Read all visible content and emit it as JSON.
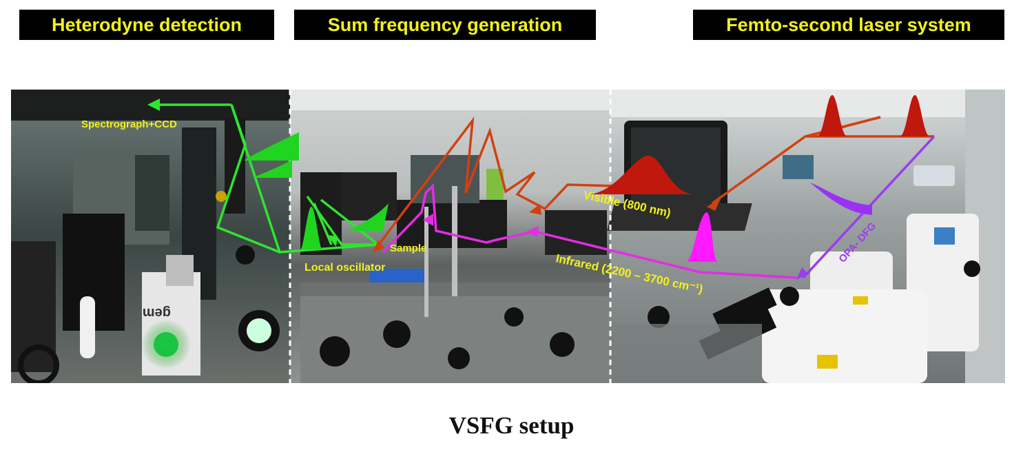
{
  "sections": {
    "heterodyne": "Heterodyne detection",
    "sfg": "Sum frequency generation",
    "laser": "Femto-second laser system"
  },
  "annotations": {
    "spectrograph": "Spectrograph+CCD",
    "local_oscillator": "Local oscillator",
    "sample": "Sample",
    "visible": "Visible (800 nm)",
    "infrared": "Infrared (2200 – 3700 cm⁻¹)",
    "opa": "OPA- DFG"
  },
  "equipment_text": {
    "gem_logo": "gem"
  },
  "colors": {
    "label_bg": "#000000",
    "label_text": "#f2f21a",
    "visible_beam": "#d2400f",
    "infrared_beam": "#e52ce5",
    "opa_beam": "#9b3cf0",
    "sfg_signal": "#2ee62e",
    "pulse_red": "#c0180c",
    "pulse_magenta": "#ff19ff",
    "pulse_violet": "#9a32f5",
    "pulse_green": "#20d420"
  },
  "caption": "VSFG setup"
}
